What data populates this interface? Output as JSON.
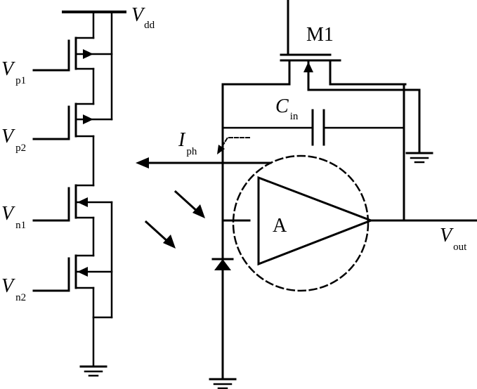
{
  "labels": {
    "vdd": {
      "main": "V",
      "sub": "dd"
    },
    "vp1": {
      "main": "V",
      "sub": "p1"
    },
    "vp2": {
      "main": "V",
      "sub": "p2"
    },
    "vn1": {
      "main": "V",
      "sub": "n1"
    },
    "vn2": {
      "main": "V",
      "sub": "n2"
    },
    "m1": "M1",
    "cin": {
      "main": "C",
      "sub": "in"
    },
    "iph": {
      "main": "I",
      "sub": "ph"
    },
    "amp": "A",
    "vout": {
      "main": "V",
      "sub": "out"
    }
  },
  "colors": {
    "ink": "#000000",
    "background": "#ffffff"
  }
}
